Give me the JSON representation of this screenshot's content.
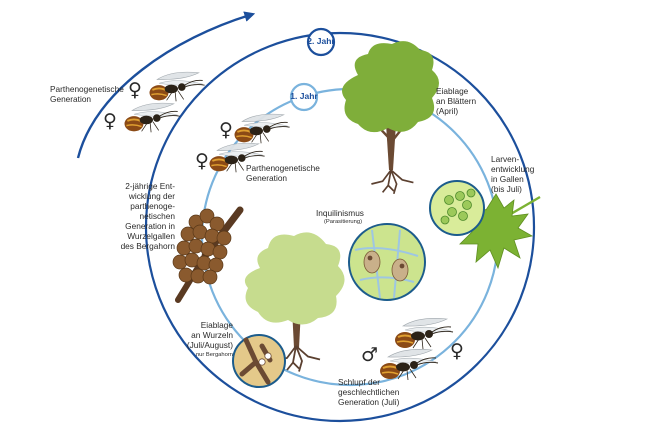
{
  "badges": {
    "year2": "2. Jahr",
    "year1": "1. Jahr"
  },
  "labels": {
    "parthenogenetic_outer": "Parthenogenetische\nGeneration",
    "parthenogenetic_inner": "Parthenogenetische\nGeneration",
    "two_year": "2-jährige Ent-\nwicklung der\nparthenoge-\nnetischen\nGeneration in\nWurzelgallen\ndes Bergahorn",
    "egg_leaves": "Eiablage\nan Blättern\n(April)",
    "larvae": "Larven-\nentwicklung\nin Gallen\n(bis Juli)",
    "inquilinism": "Inquilinismus",
    "parasitism": "(Parasitierung)",
    "egg_roots": "Eiablage\nan Wurzeln\n(Juli/August)",
    "only_maple": "nur Bergahorn",
    "emergence": "Schlupf der\ngeschlechtlichen\nGeneration (Juli)"
  },
  "symbols": {
    "female": "♀",
    "male": "♂"
  },
  "colors": {
    "outer_ring": "#1c4f9c",
    "inner_ring": "#7ab3dd",
    "tree_dark": "#7fae3a",
    "tree_light": "#c6dc8e",
    "maple_leaf": "#7cb233",
    "gall_brown": "#8a5a2e",
    "detail_fill": "#d9ec9a"
  },
  "icons": [
    "curved-arrow-icon",
    "wasp-icon",
    "tree-icon",
    "maple-leaf-icon",
    "root-gall-icon",
    "magnifier-circle-icon"
  ]
}
